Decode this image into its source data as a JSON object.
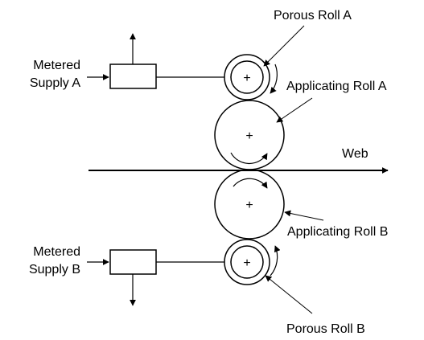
{
  "labels": {
    "porous_roll_a": "Porous Roll A",
    "applicating_roll_a": "Applicating Roll A",
    "web": "Web",
    "applicating_roll_b": "Applicating Roll B",
    "porous_roll_b": "Porous Roll B",
    "metered_supply_a_line1": "Metered",
    "metered_supply_a_line2": "Supply A",
    "metered_supply_b_line1": "Metered",
    "metered_supply_b_line2": "Supply B"
  },
  "center_marker": "+"
}
